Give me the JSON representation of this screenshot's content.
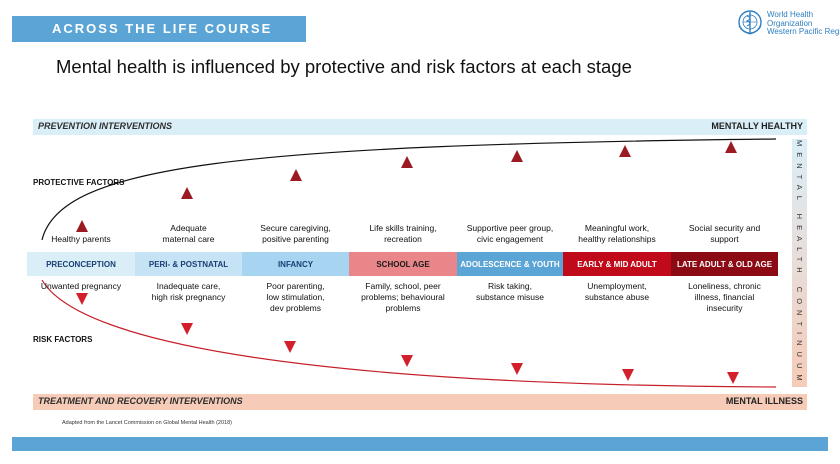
{
  "header": {
    "label": "ACROSS THE LIFE COURSE"
  },
  "logo": {
    "icon": "who-emblem-icon",
    "color": "#2f7fc1",
    "lines": [
      "World Health",
      "Organization",
      "Western Pacific Region"
    ]
  },
  "title": "Mental health is influenced by protective and risk factors at each stage",
  "bands": {
    "top_left": "PREVENTION INTERVENTIONS",
    "top_right": "MENTALLY HEALTHY",
    "bottom_left": "TREATMENT AND RECOVERY  INTERVENTIONS",
    "bottom_right": "MENTAL ILLNESS"
  },
  "continuum_label": "MENTAL HEALTH CONTINUUM",
  "labels": {
    "protective": "PROTECTIVE FACTORS",
    "risk": "RISK FACTORS"
  },
  "stages": [
    {
      "name": "PRECONCEPTION",
      "bg": "#daeef8",
      "fg": "#1a3f73",
      "protective": [
        "Healthy parents"
      ],
      "risk": [
        "Unwanted pregnancy"
      ]
    },
    {
      "name": "PERI- & POSTNATAL",
      "bg": "#c5e3f4",
      "fg": "#1a3f73",
      "protective": [
        "Adequate",
        "maternal care"
      ],
      "risk": [
        "Inadequate care,",
        "high risk pregnancy"
      ]
    },
    {
      "name": "INFANCY",
      "bg": "#a7d4f0",
      "fg": "#1a3f73",
      "protective": [
        "Secure caregiving,",
        "positive parenting"
      ],
      "risk": [
        "Poor parenting,",
        "low stimulation,",
        "dev problems"
      ]
    },
    {
      "name": "SCHOOL AGE",
      "bg": "#e8868a",
      "fg": "#1a1a1a",
      "protective": [
        "Life skills training,",
        "recreation"
      ],
      "risk": [
        "Family, school, peer",
        "problems; behavioural",
        "problems"
      ]
    },
    {
      "name": "ADOLESCENCE & YOUTH",
      "bg": "#5ba4d6",
      "fg": "#ffffff",
      "protective": [
        "Supportive peer group,",
        "civic engagement"
      ],
      "risk": [
        "Risk taking,",
        "substance misuse"
      ]
    },
    {
      "name": "EARLY & MID ADULT",
      "bg": "#c00a1a",
      "fg": "#ffffff",
      "protective": [
        "Meaningful work,",
        "healthy relationships"
      ],
      "risk": [
        "Unemployment,",
        "substance abuse"
      ]
    },
    {
      "name": "LATE ADULT & OLD AGE",
      "bg": "#8c0a14",
      "fg": "#ffffff",
      "protective": [
        "Social security and",
        "support"
      ],
      "risk": [
        "Loneliness, chronic",
        "illness, financial",
        "insecurity"
      ]
    }
  ],
  "colors": {
    "header_band": "#5ba4d6",
    "curve": "#111111",
    "curve_risk": "#c6202a",
    "protective_marker": "#9b1a24",
    "risk_marker": "#d31f2b"
  },
  "footnote": "Adapted from the Lancet Commission on  Global Mental Health (2018)"
}
